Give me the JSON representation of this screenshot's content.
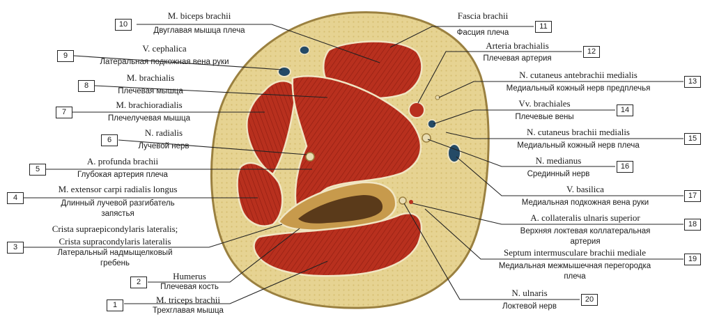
{
  "labels": [
    {
      "num": "1",
      "latin": "M. triceps brachii",
      "russian": "Трехглавая мышца"
    },
    {
      "num": "2",
      "latin": "Humerus",
      "russian": "Плечевая кость"
    },
    {
      "num": "3",
      "latin": "Crista supraepicondylaris lateralis;",
      "latin2": "Crista supracondylaris lateralis",
      "russian": "Латеральный надмыщелковый",
      "russian2": "гребень"
    },
    {
      "num": "4",
      "latin": "M. extensor carpi radialis longus",
      "russian": "Длинный лучевой разгибатель",
      "russian2": "запястья"
    },
    {
      "num": "5",
      "latin": "A. profunda brachii",
      "russian": "Глубокая артерия плеча"
    },
    {
      "num": "6",
      "latin": "N. radialis",
      "russian": "Лучевой нерв"
    },
    {
      "num": "7",
      "latin": "M. brachioradialis",
      "russian": "Плечелучевая мышца"
    },
    {
      "num": "8",
      "latin": "M. brachialis",
      "russian": "Плечевая мышца"
    },
    {
      "num": "9",
      "latin": "V. cephalica",
      "russian": "Латеральная подкожная вена руки"
    },
    {
      "num": "10",
      "latin": "M. biceps brachii",
      "russian": "Двуглавая мышца плеча"
    },
    {
      "num": "11",
      "latin": "Fascia brachii",
      "russian": "Фасция плеча"
    },
    {
      "num": "12",
      "latin": "Arteria brachialis",
      "russian": "Плечевая артерия"
    },
    {
      "num": "13",
      "latin": "N. cutaneus antebrachii medialis",
      "russian": "Медиальный кожный нерв предплечья"
    },
    {
      "num": "14",
      "latin": "Vv. brachiales",
      "russian": "Плечевые вены"
    },
    {
      "num": "15",
      "latin": "N. cutaneus brachii medialis",
      "russian": "Медиальный кожный нерв плеча"
    },
    {
      "num": "16",
      "latin": "N. medianus",
      "russian": "Срединный нерв"
    },
    {
      "num": "17",
      "latin": "V. basilica",
      "russian": "Медиальная подкожная вена руки"
    },
    {
      "num": "18",
      "latin": "A. collateralis ulnaris superior",
      "russian": "Верхняя локтевая коллатеральная",
      "russian2": "артерия"
    },
    {
      "num": "19",
      "latin": "Septum intermusculare brachii mediale",
      "russian": "Медиальная межмышечная перегородка",
      "russian2": "плеча"
    },
    {
      "num": "20",
      "latin": "N. ulnaris",
      "russian": "Локтевой нерв"
    }
  ],
  "colors": {
    "muscle": "#b8301e",
    "muscle_dark": "#8e1c10",
    "fat": "#e3cf8c",
    "skin": "#d4bd76",
    "bone": "#c79a4c",
    "marrow": "#5a3a1a",
    "vein": "#244a66",
    "line": "#222222"
  }
}
